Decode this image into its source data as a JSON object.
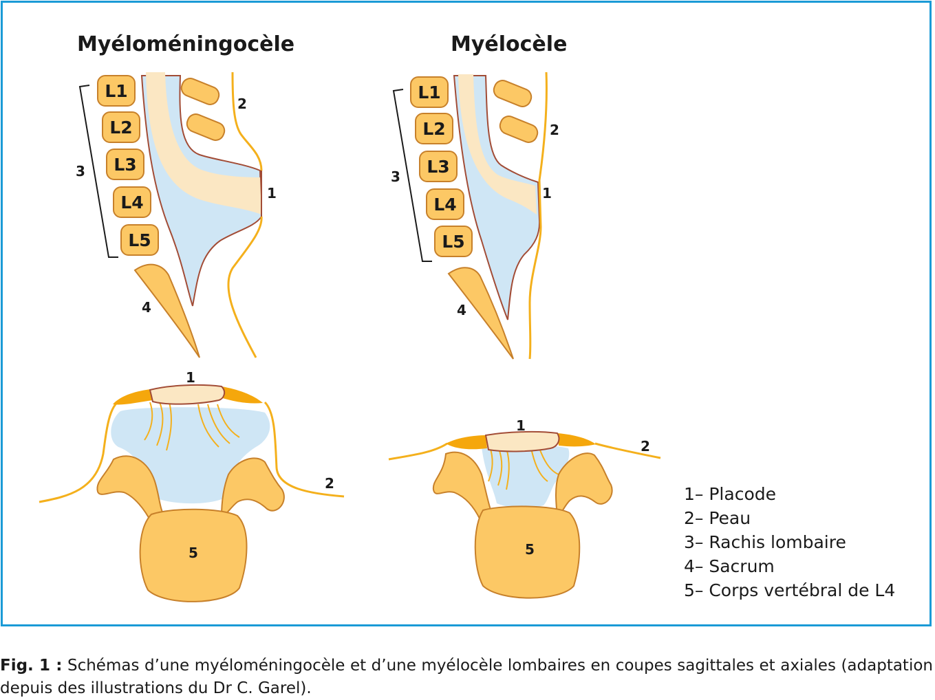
{
  "panels": {
    "left_title": "Myéloméningocèle",
    "right_title": "Myélocèle"
  },
  "vertebrae": [
    "L1",
    "L2",
    "L3",
    "L4",
    "L5"
  ],
  "callouts": {
    "placode": "1",
    "skin": "2",
    "spine": "3",
    "sacrum": "4",
    "body": "5"
  },
  "legend": [
    "1– Placode",
    "2– Peau",
    "3– Rachis lombaire",
    "4– Sacrum",
    "5– Corps vertébral de L4"
  ],
  "caption": {
    "fig_label": "Fig. 1 :",
    "text": " Schémas d’une myéloméningocèle et d’une myélocèle lombaires en coupes sagittales et axiales (adaptation depuis des illustrations du Dr C. Garel)."
  },
  "colors": {
    "frame": "#1a9ad6",
    "bone_fill": "#fcc865",
    "bone_stroke": "#c7802a",
    "csf_fill": "#cfe6f5",
    "dura_stroke": "#a24c36",
    "cord_fill": "#fbe7c3",
    "skin_line": "#f4b01c",
    "skin_patch": "#f5a70c"
  }
}
